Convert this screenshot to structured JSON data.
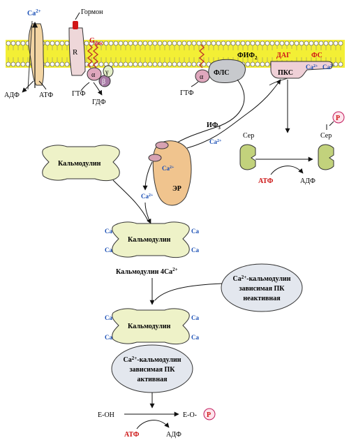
{
  "colors": {
    "membrane": "#f3ef35",
    "calcium": "#1a4fb5",
    "red": "#d11616",
    "orange": "#e67e22",
    "atp_red": "#cc1111",
    "calmodulin": "#eef2c8",
    "kinase": "#e3e7ee",
    "pump": "#f3d5a4",
    "receptor": "#eed7d9",
    "g_alpha": "#dfa7bd",
    "g_beta": "#a87aa6",
    "g_gamma": "#e3eec7",
    "plc": "#c7c9cd",
    "pkc": "#efd0d7",
    "ser": "#c2d27c",
    "er": "#f0c48e",
    "er_channel": "#d7a2b2"
  },
  "membrane": {
    "ca_top": "Ca",
    "ca_top_sup": "2+",
    "adp_left": "АДФ",
    "atp_left": "АТФ",
    "hormone": "Гормон",
    "receptor": "R",
    "g_protein": "G",
    "g_protein_sub": "фпс",
    "alpha": "α",
    "beta": "β",
    "gamma": "γ",
    "gtp_left": "ГТФ",
    "gdp_left": "ГДФ",
    "alpha2": "α",
    "gtp_right": "ГТФ",
    "plc": "ФЛС",
    "pip2": "ФИФ",
    "pip2_sub": "2",
    "dag": "ДАГ",
    "ps": "ФС",
    "pkc": "ПКС",
    "ca_pkc1": "Ca",
    "ca_pkc1_sup": "2+",
    "ca_pkc2": "Ca",
    "ca_pkc2_sup": "2+"
  },
  "middle": {
    "ip3": "ИФ",
    "ip3_sub": "3",
    "ca_from_er_right": "Ca",
    "ca_from_er_right_sup": "2+",
    "er": "ЭР",
    "ca_in_er": "Ca",
    "ca_in_er_sup": "2+",
    "ca_from_er_down": "Ca",
    "ca_from_er_down_sup": "2+",
    "ser_left": "Сер",
    "ser_right": "Сер",
    "p_circle": "P",
    "atp_mid": "АТФ",
    "adp_mid": "АДФ"
  },
  "calmodulin": {
    "free": "Кальмодулин",
    "bound": "Кальмодулин",
    "bound_label": "Кальмодулин 4Ca",
    "bound_label_sup": "2+",
    "ca": "Ca",
    "active_calm": "Кальмодулин"
  },
  "kinase": {
    "inactive_line1_pre": "Ca",
    "inactive_line1_sup": "2+",
    "inactive_line1_post": "-кальмодулин",
    "inactive_line2": "зависимая ПК",
    "inactive_line3": "неактивная",
    "active_line1_pre": "Ca",
    "active_line1_sup": "2+",
    "active_line1_post": "-кальмодулин",
    "active_line2": "зависимая ПК",
    "active_line3": "активная"
  },
  "bottom": {
    "substrate": "Е-ОН",
    "product_pre": "Е-О-",
    "p_circle": "P",
    "atp": "АТФ",
    "adp": "АДФ"
  }
}
